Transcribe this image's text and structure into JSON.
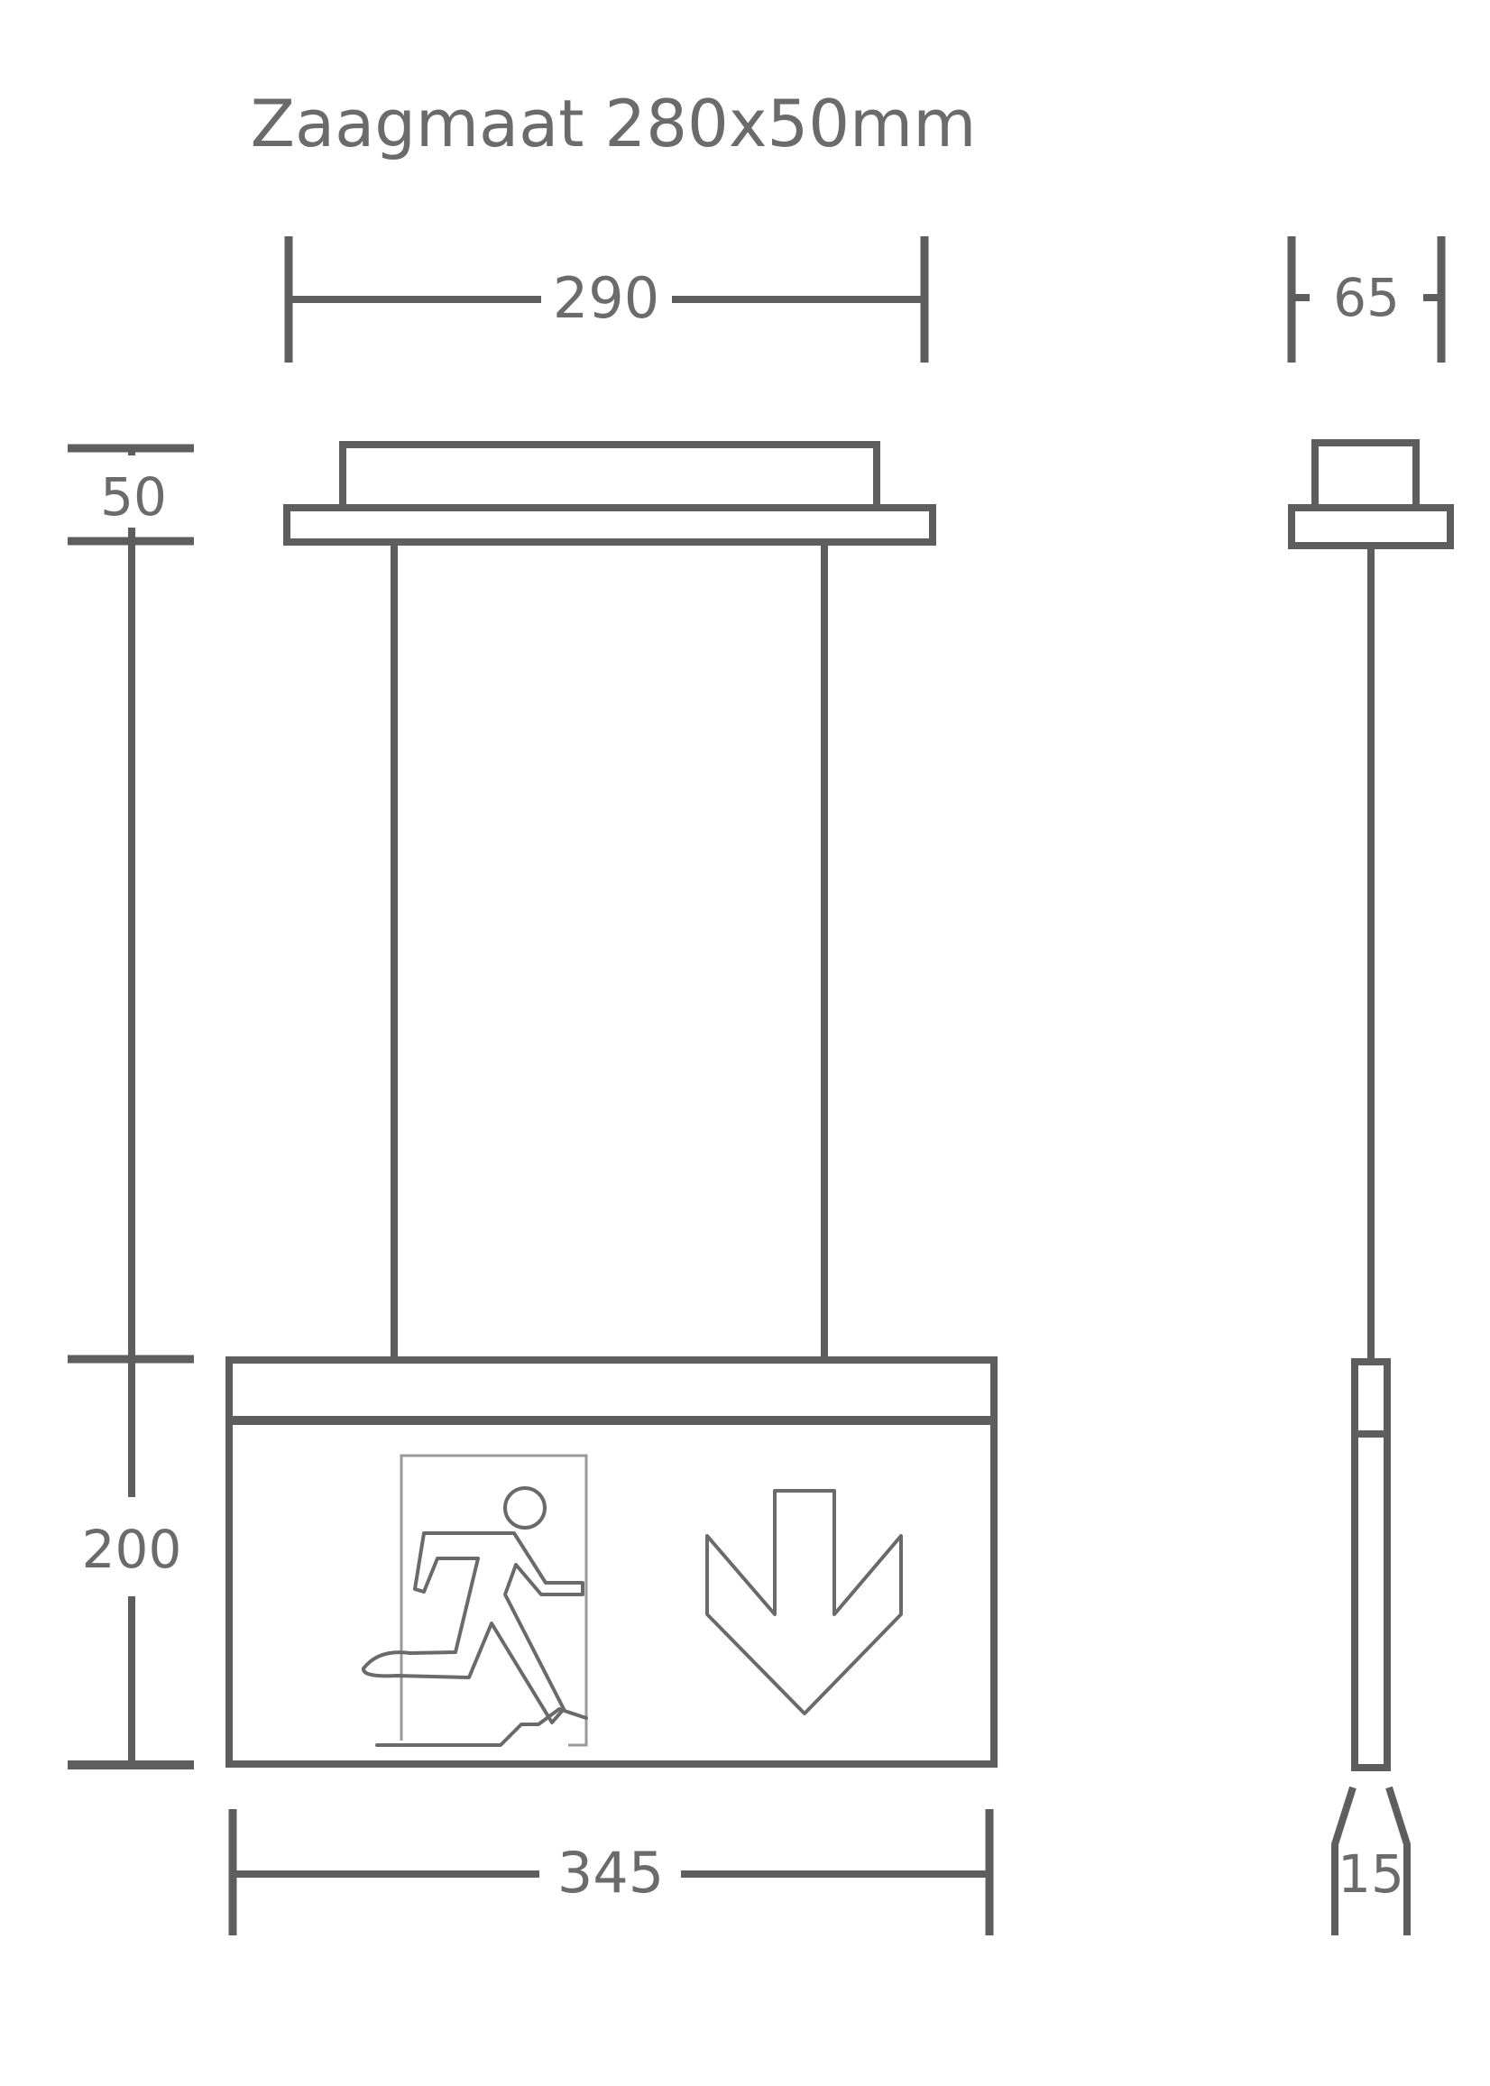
{
  "title": "Zaagmaat 280x50mm",
  "dimensions": {
    "top_width": "290",
    "side_depth": "65",
    "canopy_height": "50",
    "sign_height": "200",
    "sign_width": "345",
    "sign_thickness": "15"
  },
  "pictograms": {
    "running_man": "running-man-exit-icon",
    "arrow": "arrow-down-icon"
  },
  "colors": {
    "line": "#5e5e5e",
    "text": "#6b6b6b"
  }
}
